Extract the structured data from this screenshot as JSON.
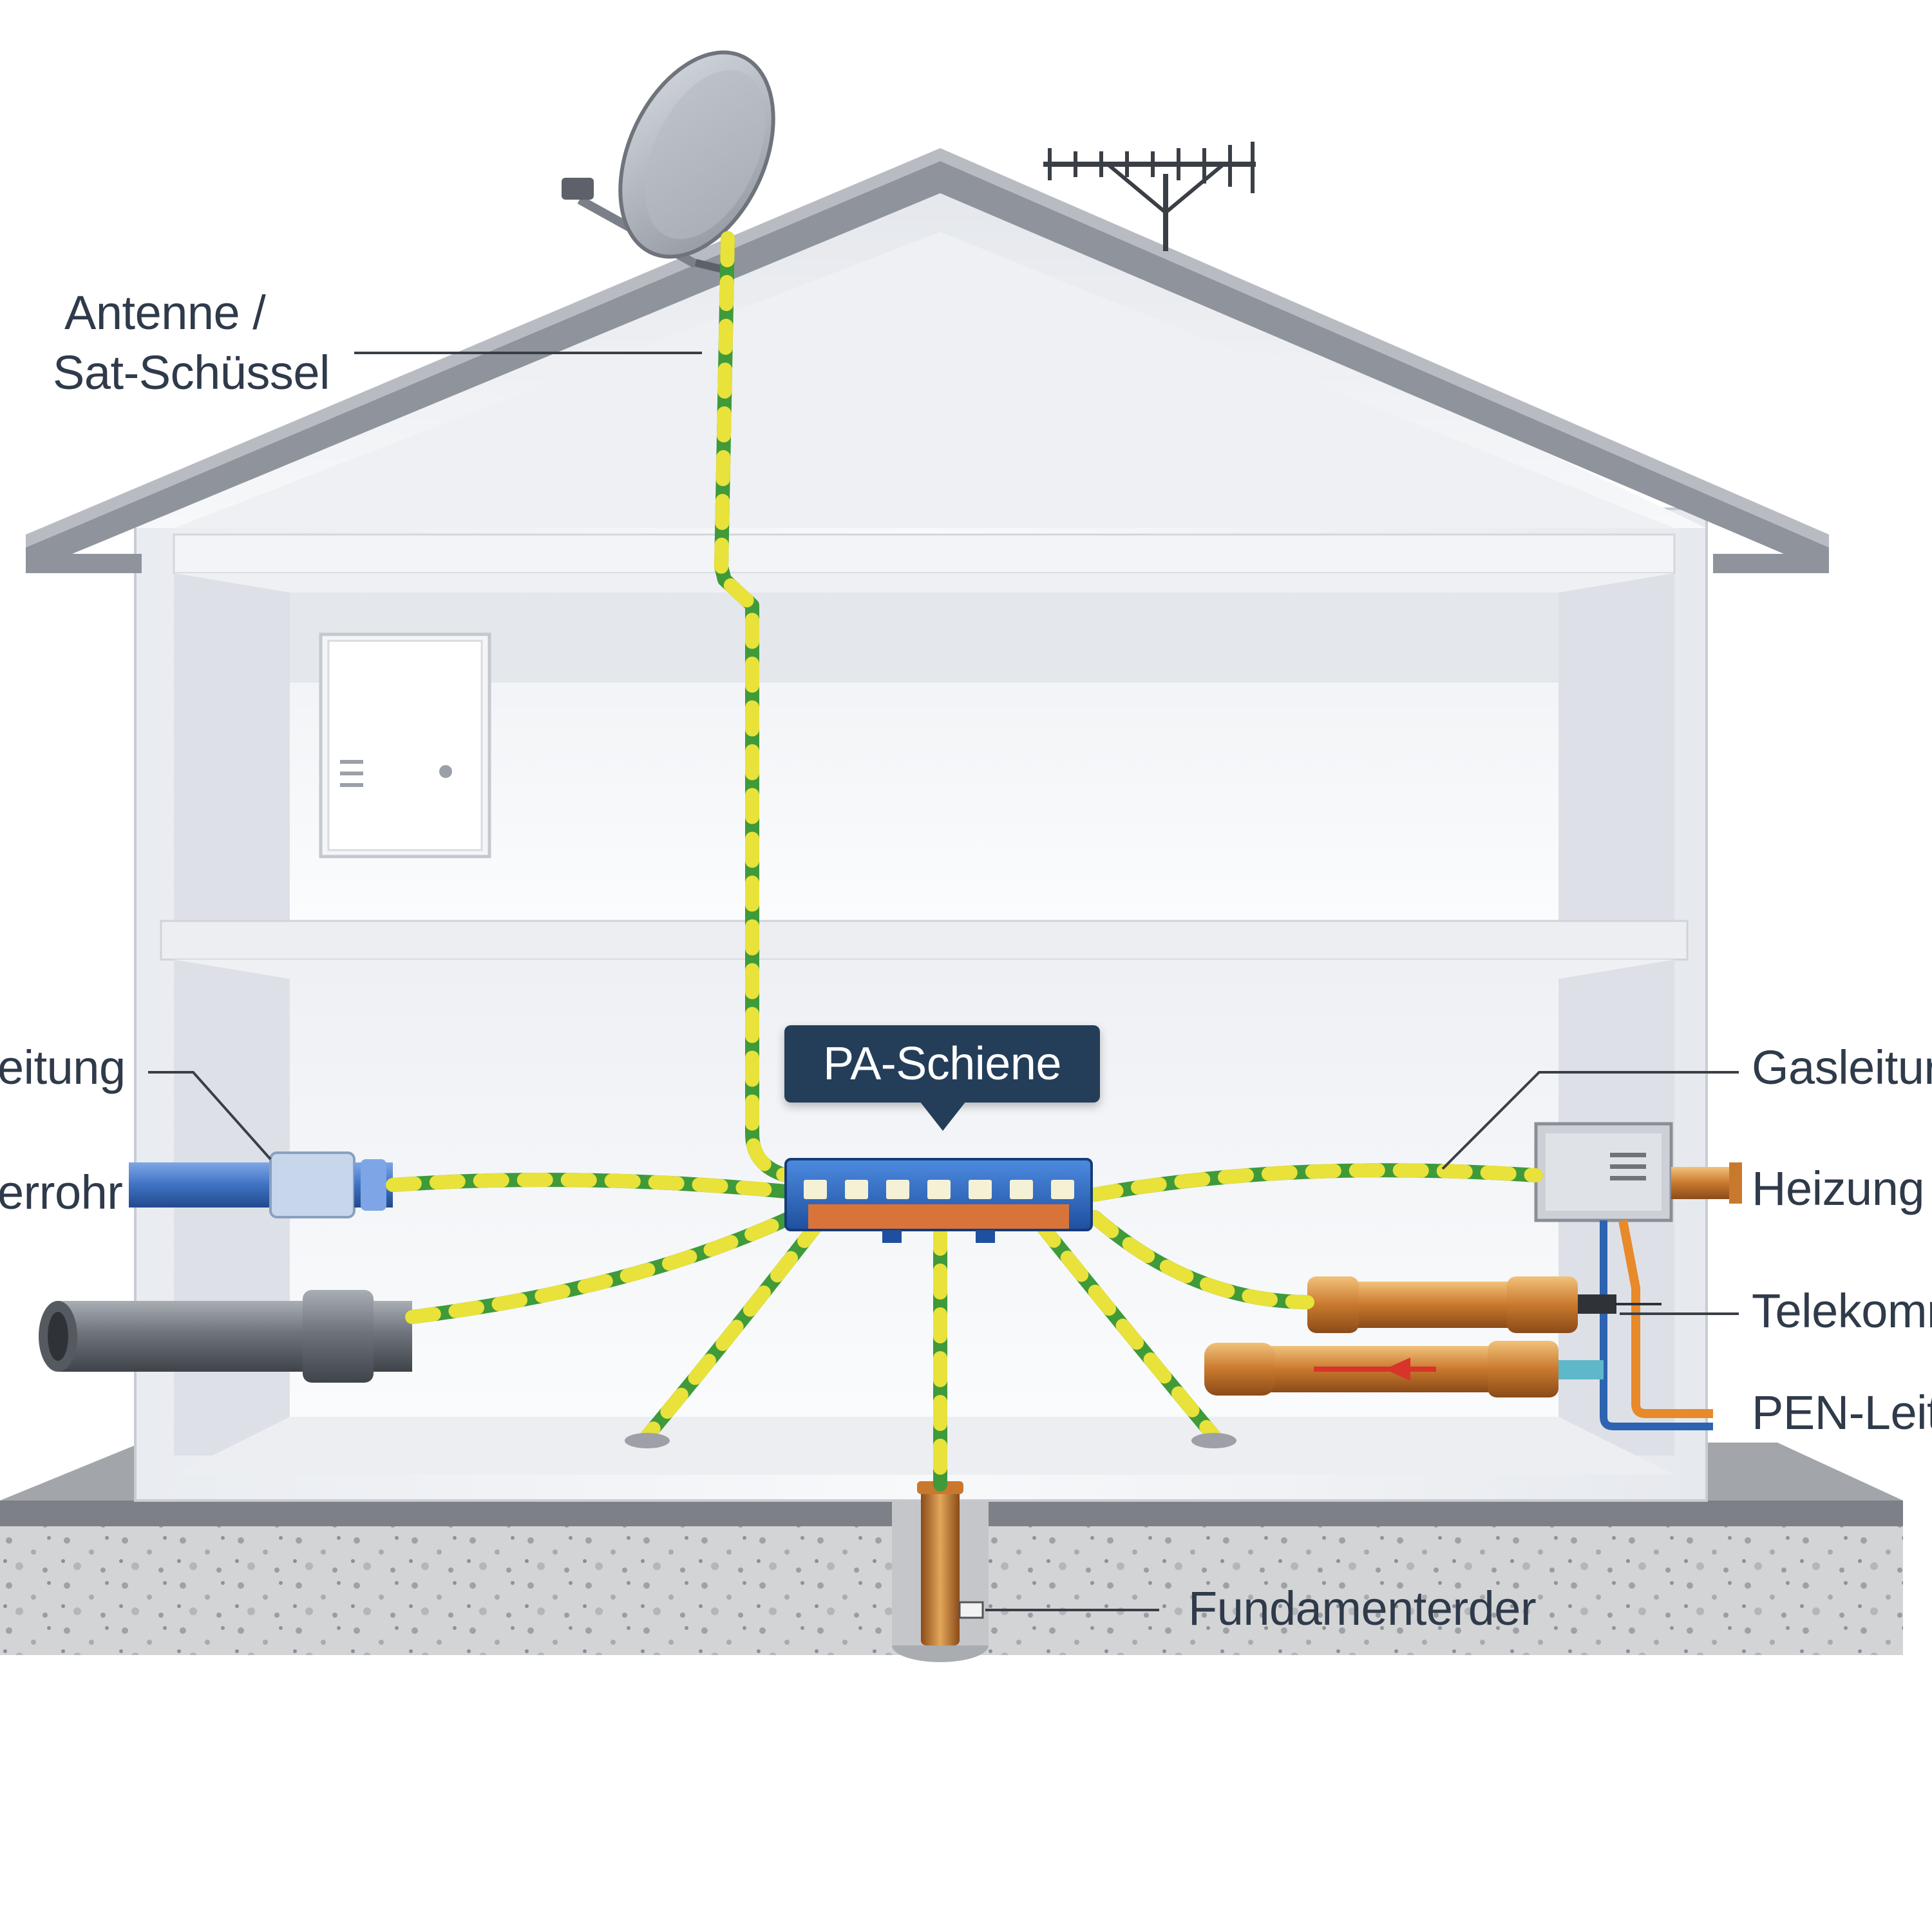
{
  "labels": {
    "antenna_line1": "Antenne /",
    "antenna_line2": "Sat-Schüssel",
    "pa_rail": "PA-Schiene",
    "left_upper": "eitung",
    "left_lower": "errohr",
    "gas": "Gasleitur",
    "heating": "Heizung",
    "telecom": "Telekomr",
    "pen": "PEN-Leit",
    "foundation": "Fundamenterder"
  },
  "icons": {
    "satellite_dish": "satellite-dish-icon",
    "tv_antenna": "tv-antenna-icon",
    "distribution_box": "distribution-box-icon",
    "gas_meter": "gas-meter-icon"
  },
  "colors": {
    "earth_green": "#3f9a3a",
    "earth_yellow": "#e8e23a",
    "callout_bg": "#243e5a",
    "water_pipe": "#3f72c4",
    "copper": "#c9792e",
    "roof": "#8f949c",
    "ground": "#d2d3d5"
  }
}
